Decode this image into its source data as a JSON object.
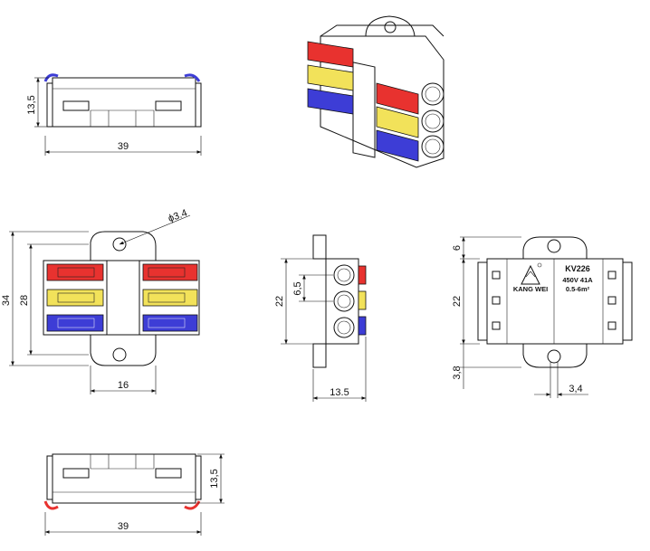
{
  "colors": {
    "red": "#e8322f",
    "yellow": "#f2e25a",
    "blue": "#3d3dd6",
    "line": "#111111"
  },
  "dims": {
    "top_height": "13,5",
    "top_width": "39",
    "front_height": "34",
    "front_inner": "28",
    "front_hole": "ϕ3.4",
    "front_tab": "16",
    "side_height": "22",
    "side_pitch": "6,5",
    "side_depth": "13.5",
    "back_top": "6",
    "back_height": "22",
    "back_bottom": "3,8",
    "back_slot": "3,4",
    "bottom_height": "13,5",
    "bottom_width": "39"
  },
  "label": {
    "model": "KV226",
    "rating": "450V 41A",
    "section": "0.5-6m²",
    "brand": "KANG WEI"
  }
}
